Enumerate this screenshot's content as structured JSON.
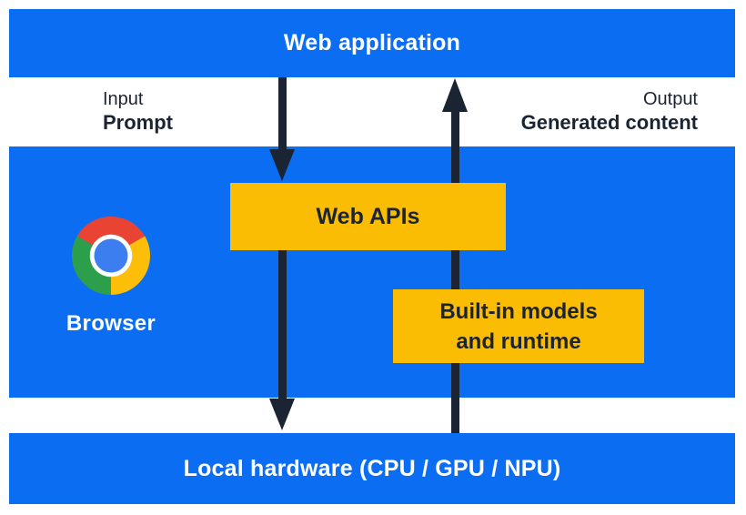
{
  "colors": {
    "panel_blue": "#0b6ef2",
    "box_yellow": "#fbbc04",
    "navy": "#1b2433",
    "chrome_red": "#e94334",
    "chrome_yellow": "#fcbe09",
    "chrome_green": "#2d9f4c",
    "chrome_center_blue": "#3c7df0"
  },
  "top_bar": {
    "label": "Web application"
  },
  "io_labels": {
    "input_title": "Input",
    "input_value": "Prompt",
    "output_title": "Output",
    "output_value": "Generated content"
  },
  "browser": {
    "label": "Browser"
  },
  "boxes": {
    "web_apis": "Web APIs",
    "builtin_line1": "Built-in models",
    "builtin_line2": "and runtime"
  },
  "bottom_bar": {
    "label": "Local hardware (CPU / GPU / NPU)"
  }
}
